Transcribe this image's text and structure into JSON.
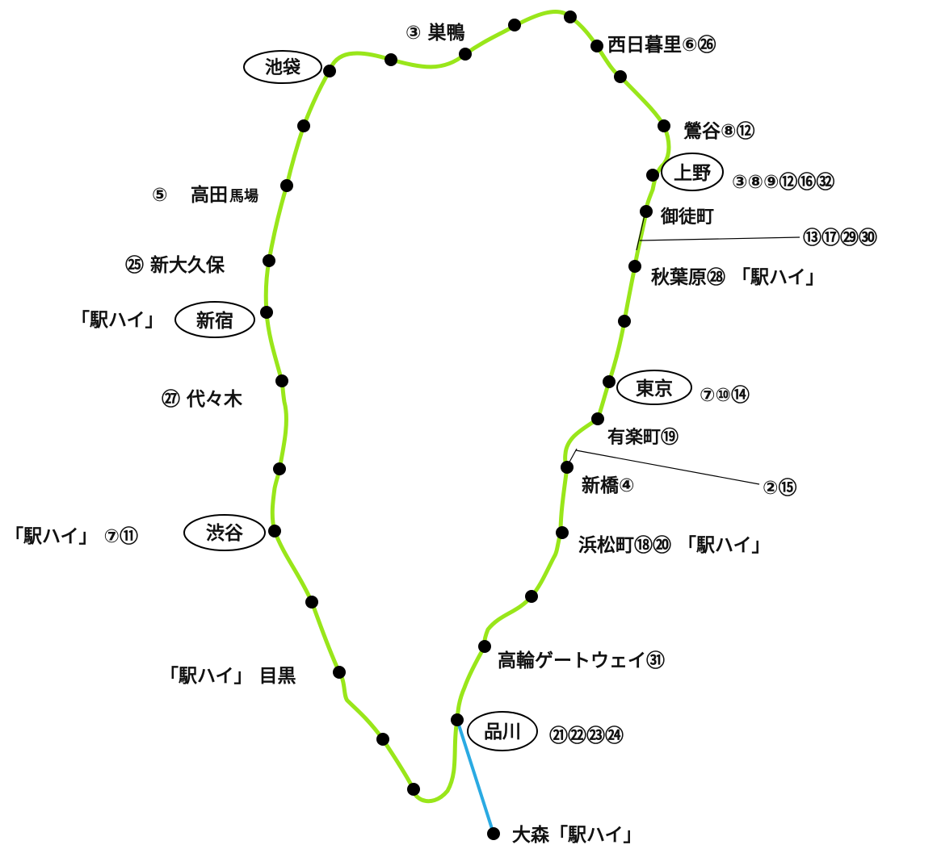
{
  "map": {
    "colors": {
      "yamanote_line": "#99e61a",
      "branch_line": "#2aaae2",
      "station": "#000000",
      "leader_line": "#000000",
      "text": "#111111"
    },
    "ovals": {
      "ikebukuro": "池袋",
      "ueno": "上野",
      "shinjuku": "新宿",
      "tokyo": "東京",
      "shibuya": "渋谷",
      "shinagawa": "品川"
    },
    "labels": {
      "sugamo": "③ 巣鴨",
      "nishinippori": "西日暮里⑥㉖",
      "uguisudani": "鶯谷⑧⑫",
      "ueno_numbers": "③⑧⑨⑫⑯㉜",
      "okachimachi": "御徒町",
      "okachimachi_numbers": "⑬⑰㉙㉚",
      "akihabara": "秋葉原㉘ 「駅ハイ」",
      "takadanobaba_num": "⑤",
      "takadanobaba_main": "高田",
      "takadanobaba_small": "馬場",
      "shinokubo": "㉕ 新大久保",
      "shinjuku_eki_hai": "「駅ハイ」",
      "yoyogi": "㉗ 代々木",
      "tokyo_numbers": "⑦⑩⑭",
      "yurakucho": "有楽町⑲",
      "shimbashi": "新橋④",
      "shimbashi_numbers": "②⑮",
      "shibuya_left": "「駅ハイ」 ⑦⑪",
      "hamamatsucho": "浜松町⑱⑳ 「駅ハイ」",
      "meguro": "「駅ハイ」 目黒",
      "takanawa_gateway": "高輪ゲートウェイ㉛",
      "shinagawa_numbers": "㉑㉒㉓㉔",
      "omori": "大森「駅ハイ」"
    }
  }
}
